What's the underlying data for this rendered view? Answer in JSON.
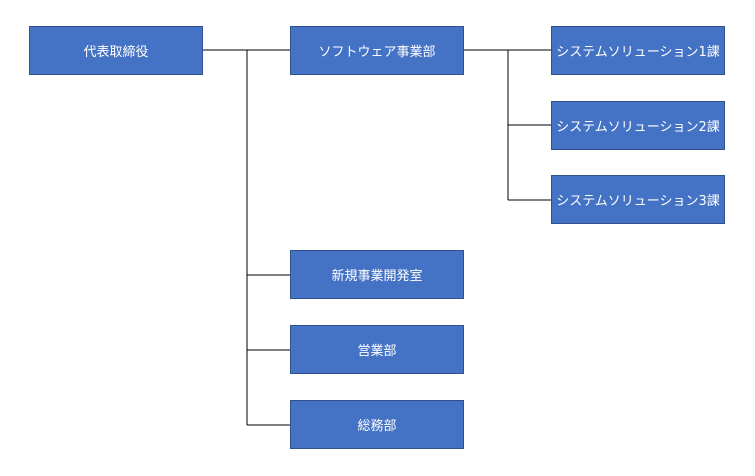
{
  "nodes": {
    "ceo": "代表取締役",
    "software_division": "ソフトウェア事業部",
    "system_solution_1": "システムソリューション1課",
    "system_solution_2": "システムソリューション2課",
    "system_solution_3": "システムソリューション3課",
    "new_business": "新規事業開発室",
    "sales": "営業部",
    "general_affairs": "総務部"
  },
  "edges": [
    [
      "ceo",
      "software_division"
    ],
    [
      "ceo",
      "new_business"
    ],
    [
      "ceo",
      "sales"
    ],
    [
      "ceo",
      "general_affairs"
    ],
    [
      "software_division",
      "system_solution_1"
    ],
    [
      "software_division",
      "system_solution_2"
    ],
    [
      "software_division",
      "system_solution_3"
    ]
  ],
  "colors": {
    "box_fill": "#4472C4",
    "box_border": "#2F528F",
    "box_text": "#FFFFFF",
    "connector": "#000000"
  }
}
